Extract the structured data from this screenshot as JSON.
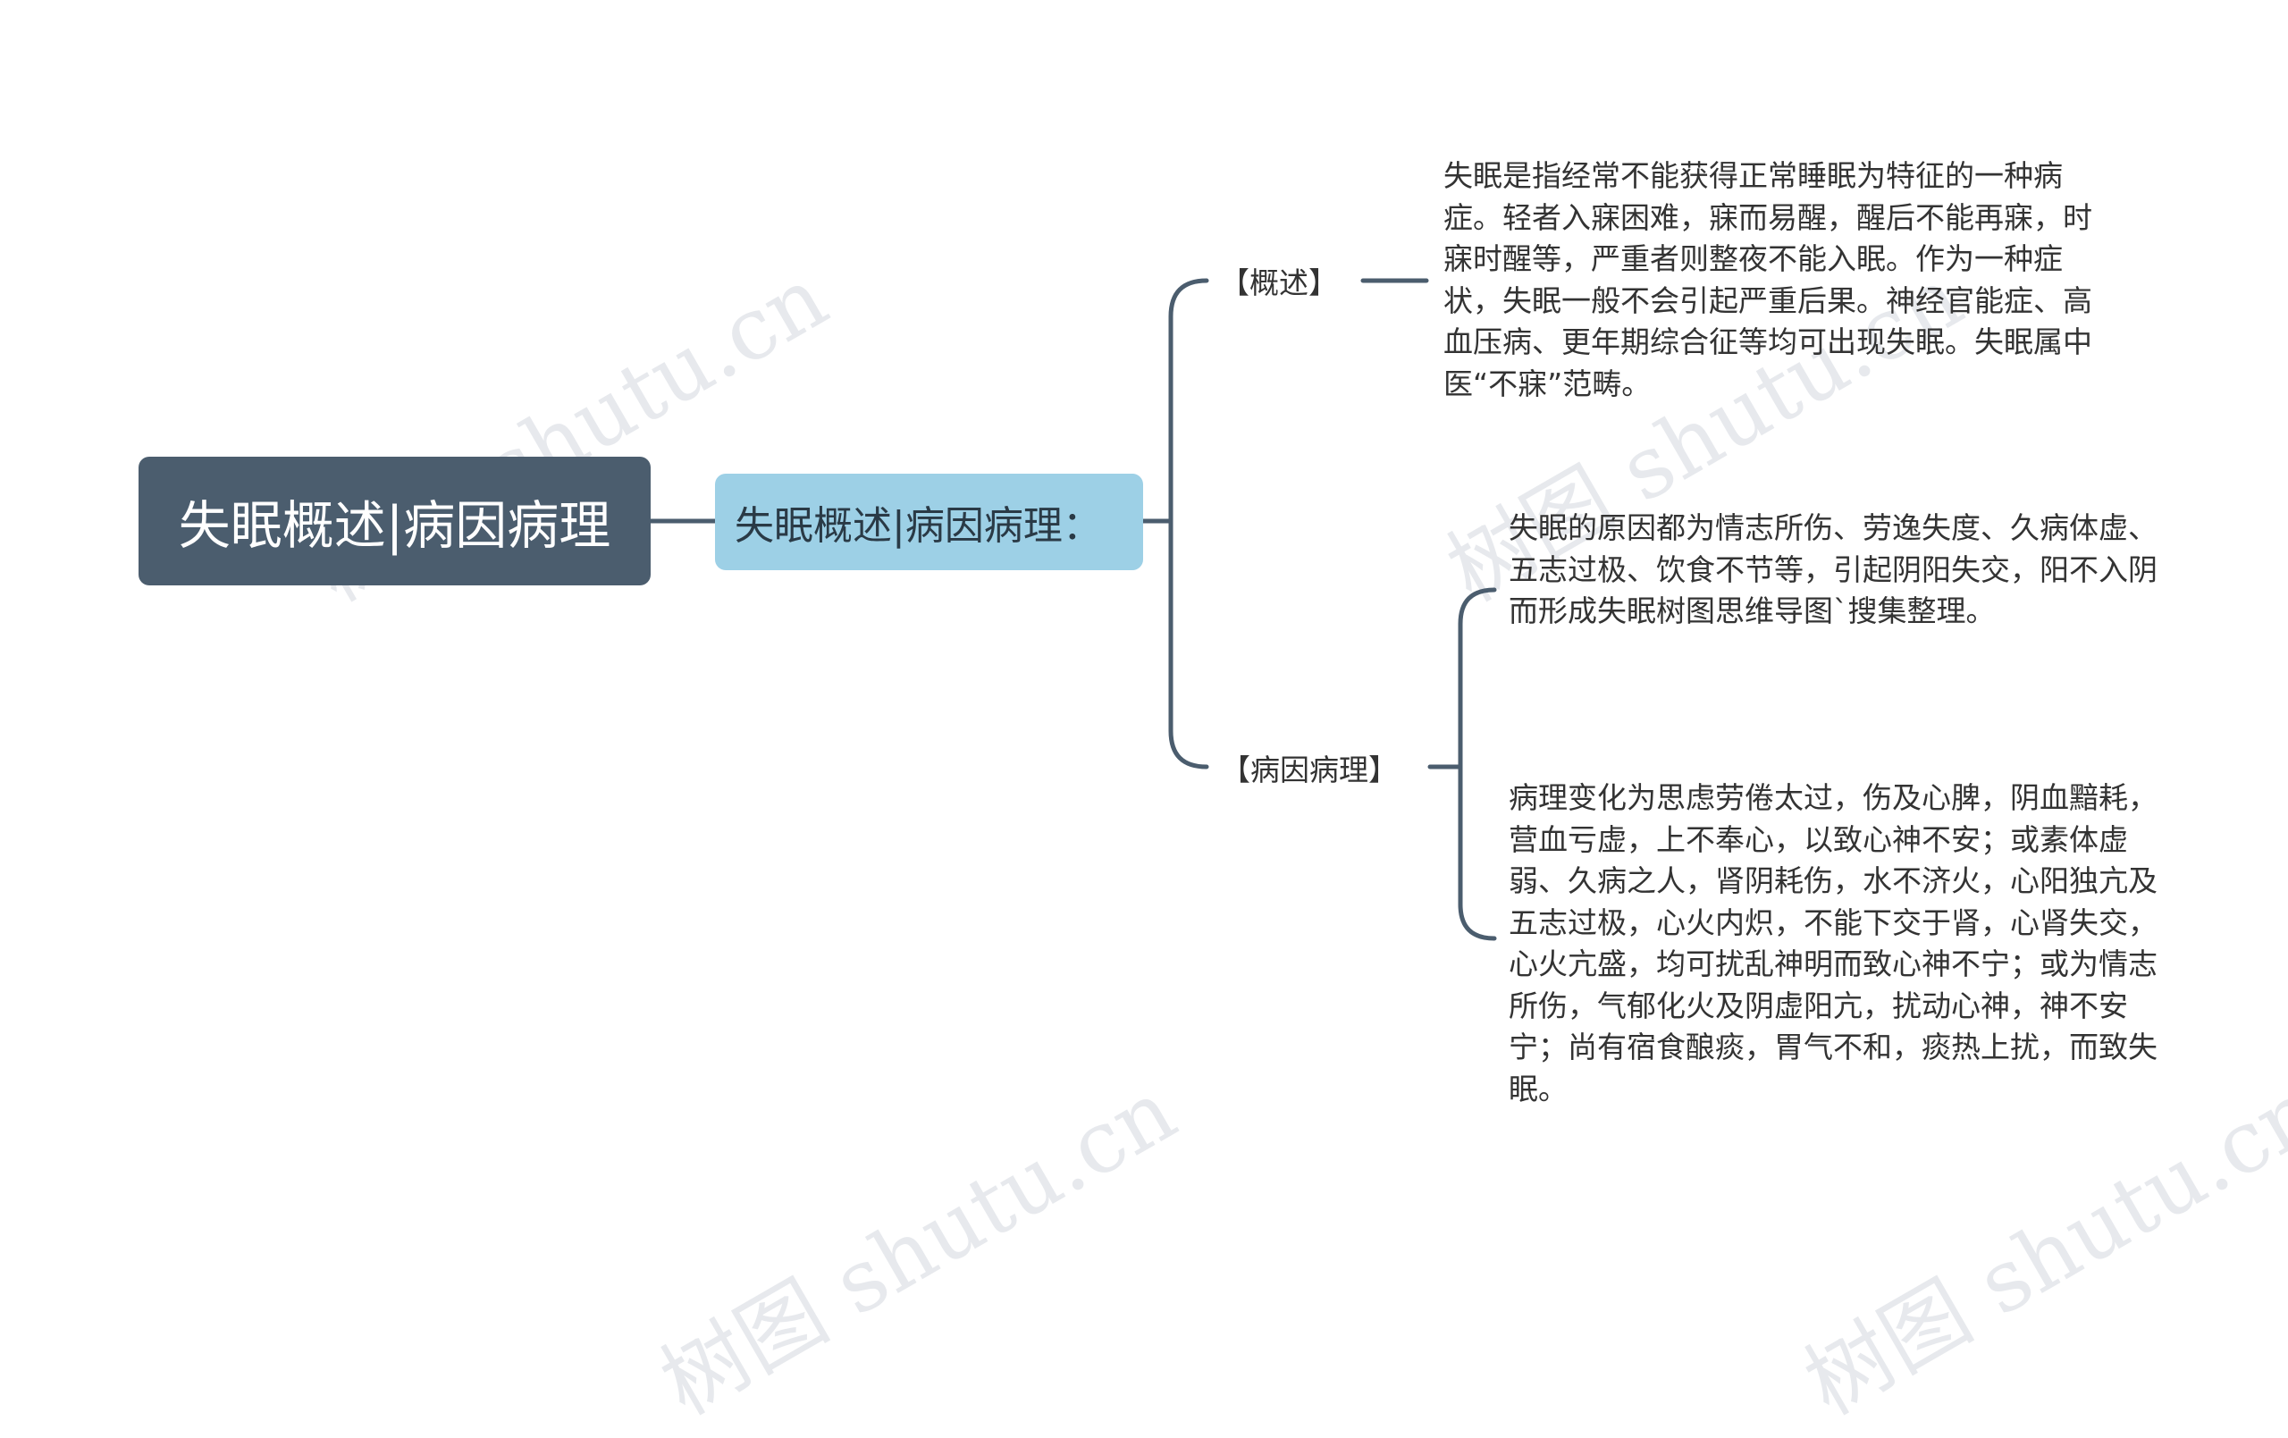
{
  "watermark": "树图 shutu.cn",
  "root": {
    "label": "失眠概述|病因病理"
  },
  "main_branch": {
    "label": "失眠概述|病因病理："
  },
  "branches": [
    {
      "label": "【概述】",
      "texts": [
        "失眠是指经常不能获得正常睡眠为特征的一种病症。轻者入寐困难，寐而易醒，醒后不能再寐，时寐时醒等，严重者则整夜不能入眠。作为一种症状，失眠一般不会引起严重后果。神经官能症、高血压病、更年期综合征等均可出现失眠。失眠属中医“不寐”范畴。"
      ]
    },
    {
      "label": "【病因病理】",
      "texts": [
        "失眠的原因都为情志所伤、劳逸失度、久病体虚、五志过极、饮食不节等，引起阴阳失交，阳不入阴而形成失眠树图思维导图`搜集整理。",
        "病理变化为思虑劳倦太过，伤及心脾，阴血黯耗，营血亏虚，上不奉心，以致心神不安；或素体虚弱、久病之人，肾阴耗伤，水不济火，心阳独亢及五志过极，心火内炽，不能下交于肾，心肾失交，心火亢盛，均可扰乱神明而致心神不宁；或为情志所伤，气郁化火及阴虚阳亢，扰动心神，神不安宁；尚有宿食酿痰，胃气不和，痰热上扰，而致失眠。"
      ]
    }
  ],
  "colors": {
    "root_bg": "#4b5d6e",
    "sub_bg": "#9dd0e6",
    "connector": "#4b5d6e",
    "text": "#333333"
  }
}
